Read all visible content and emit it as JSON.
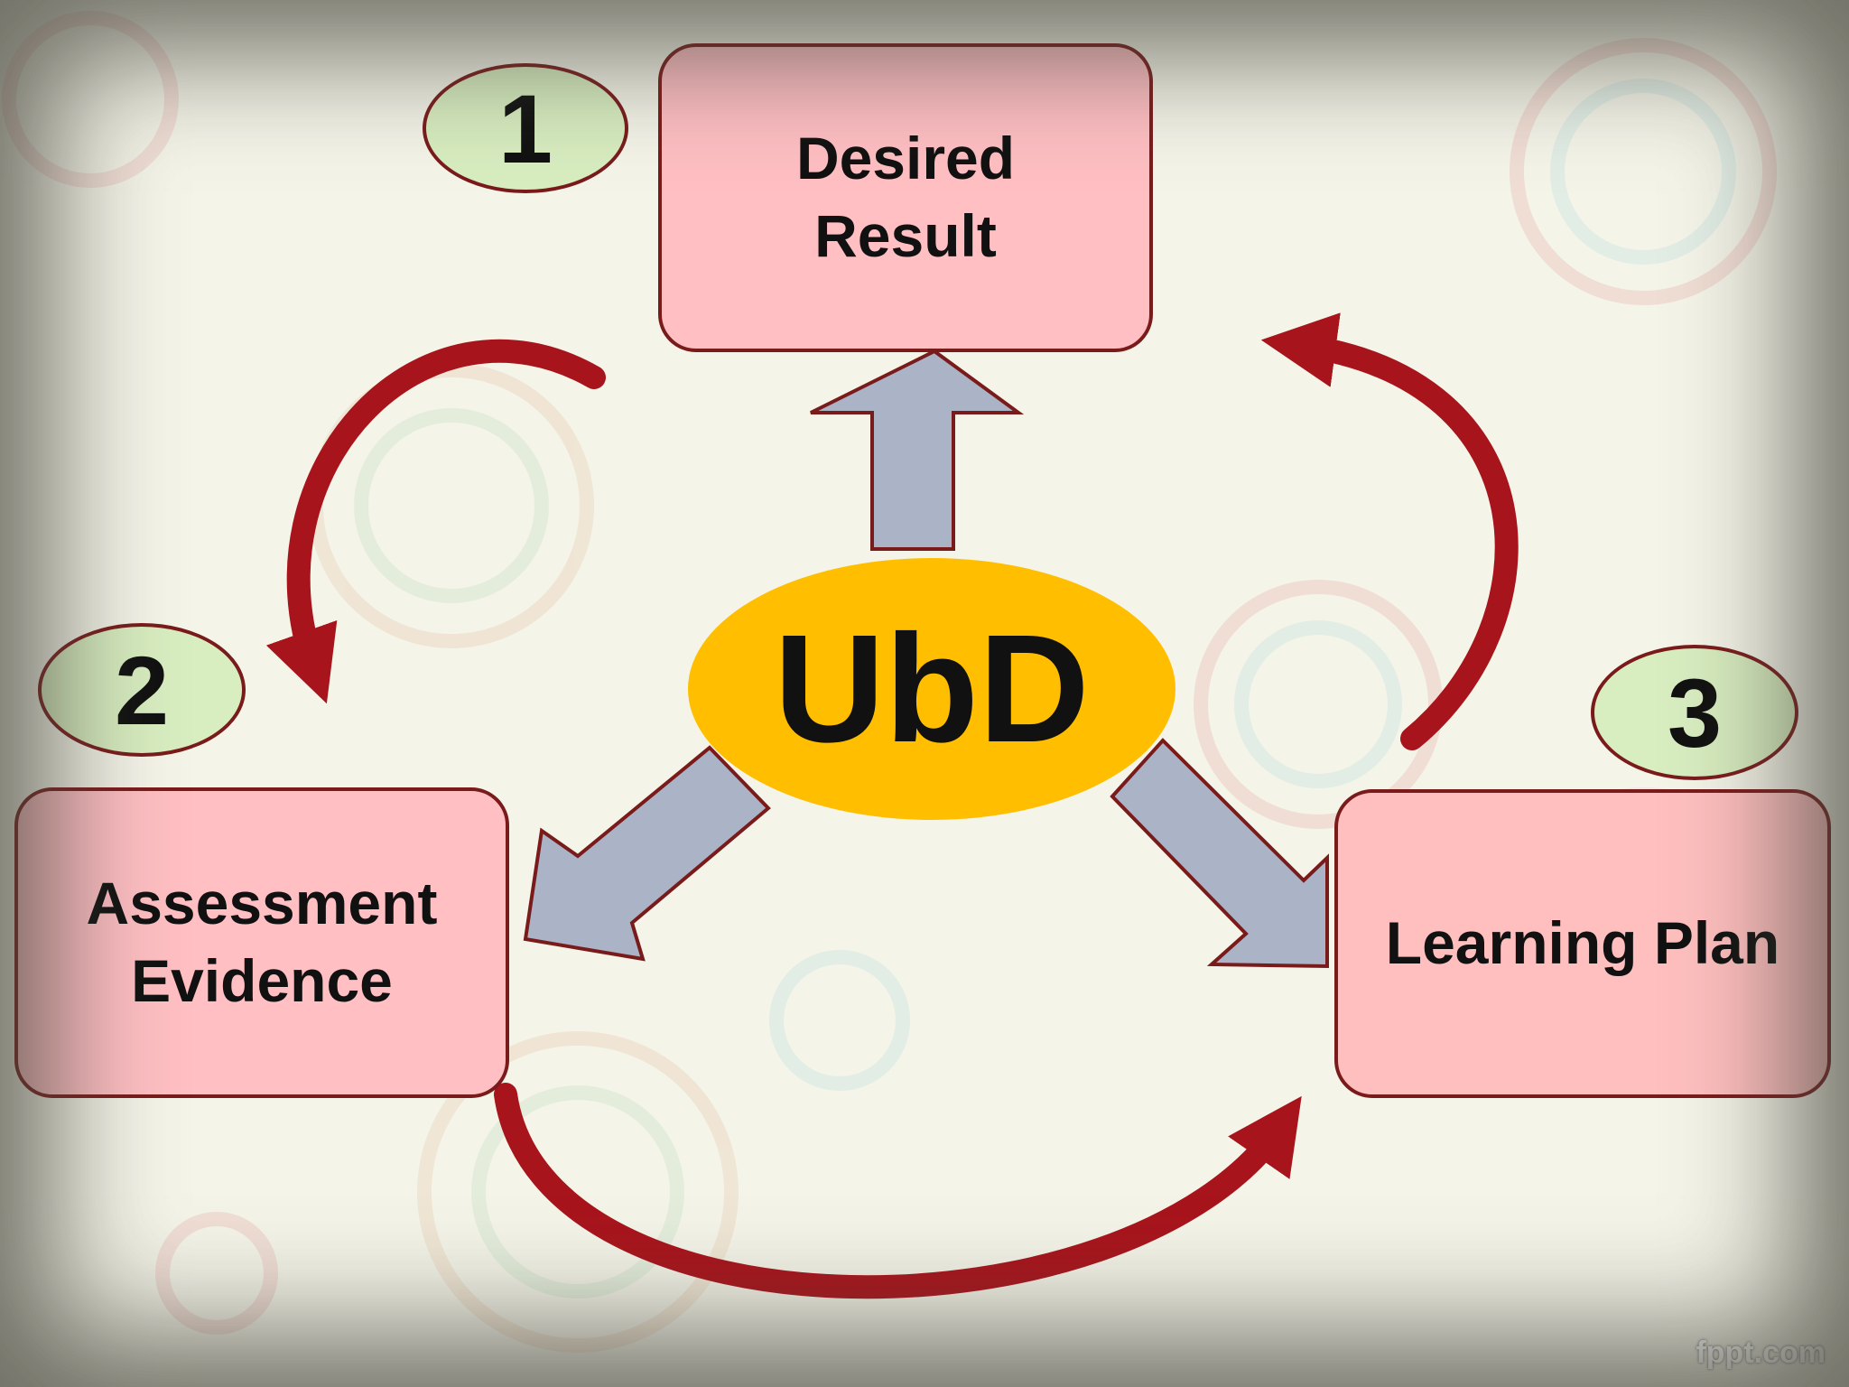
{
  "hub": {
    "label": "UbD"
  },
  "stages": [
    {
      "number": "1",
      "label": "Desired\nResult"
    },
    {
      "number": "2",
      "label": "Assessment\nEvidence"
    },
    {
      "number": "3",
      "label": "Learning Plan"
    }
  ],
  "footer": {
    "credit": "fppt.com"
  },
  "colors": {
    "box_fill": "#ffbfc3",
    "box_border": "#7a1b1b",
    "badge_fill": "#d8edc0",
    "hub_fill": "#ffbf00",
    "cycle_arrow": "#a8141c",
    "hub_arrow_fill": "#aab4c6"
  }
}
